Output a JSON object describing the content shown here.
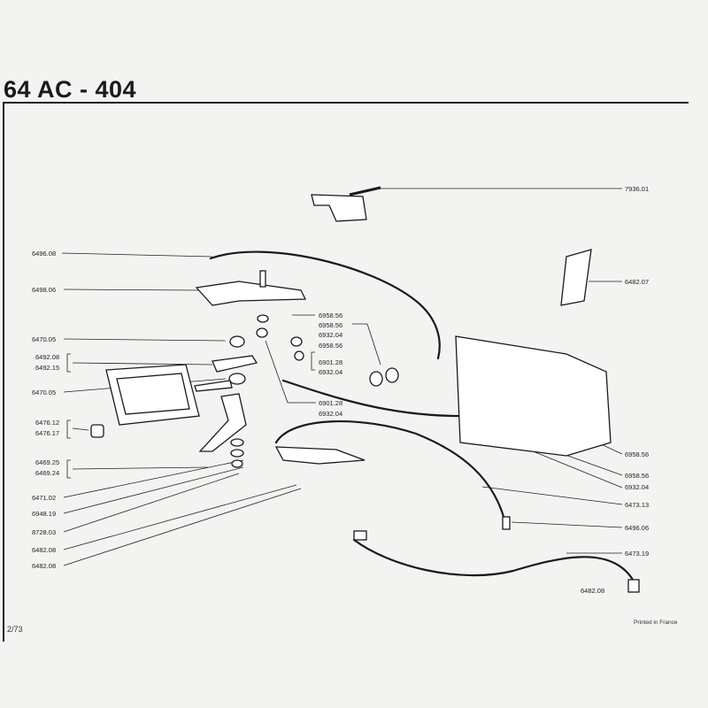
{
  "header": {
    "title": "64 AC - 404"
  },
  "footer": {
    "page": "2/73",
    "printed": "Printed in France"
  },
  "parts": {
    "p7936_01": "7936.01",
    "p6496_08": "6496.08",
    "p6498_06": "6498.06",
    "p6958_56_a": "6958.56",
    "p6958_56_b": "6958.56",
    "p6932_04_a": "6932.04",
    "p6958_56_c": "6958.56",
    "p6901_28_a": "6901.28",
    "p6932_04_b": "6932.04",
    "p6901_28_b": "6901.28",
    "p6932_04_c": "6932.04",
    "p6470_05_a": "6470.05",
    "p6492_08": "6492.08",
    "p6492_15": "6492.15",
    "p6470_05_b": "6470.05",
    "p6476_12": "6476.12",
    "p6476_17": "6476.17",
    "p6469_25": "6469.25",
    "p6469_24": "6469.24",
    "p6471_02": "6471.02",
    "p6948_19": "6948.19",
    "p8728_03": "8728.03",
    "p6482_08_a": "6482.08",
    "p6482_08_b": "6482.08",
    "p6482_07": "6482.07",
    "p6958_56_d": "6958.56",
    "p6958_56_e": "6958.56",
    "p6932_04_d": "6932.04",
    "p6473_13": "6473.13",
    "p6496_06": "6496.06",
    "p6473_19": "6473.19",
    "p6482_08_c": "6482.08"
  }
}
